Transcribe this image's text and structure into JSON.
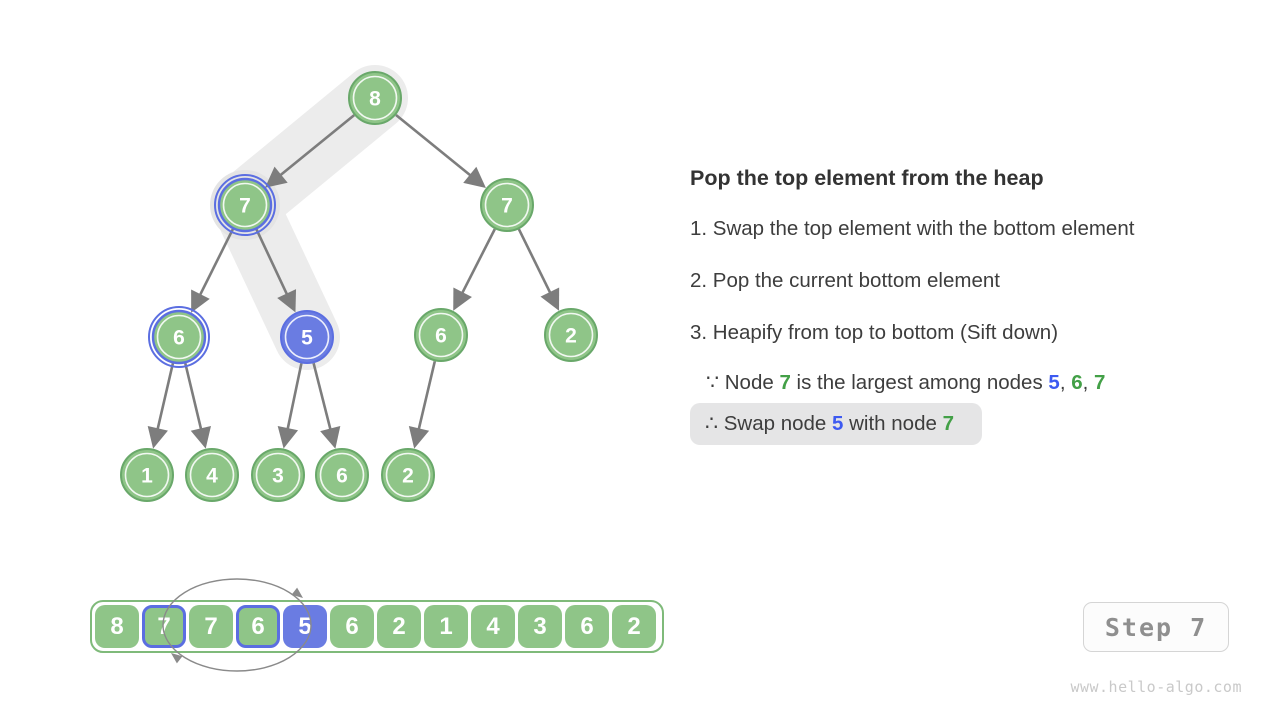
{
  "panel": {
    "title": "Pop the top element from the heap",
    "steps": [
      "1. Swap the top element with the bottom element",
      "2. Pop the current bottom element",
      "3. Heapify from top to bottom (Sift down)"
    ],
    "because": {
      "s1": "∵ Node ",
      "n1": "7",
      "s2": " is the largest among nodes ",
      "n2": "5",
      "s3": ", ",
      "n3": "6",
      "s4": ", ",
      "n4": "7"
    },
    "therefore": {
      "s1": "∴ Swap node ",
      "n1": "5",
      "s2": " with node ",
      "n2": "7"
    }
  },
  "tree": {
    "values": [
      "8",
      "7",
      "7",
      "6",
      "5",
      "6",
      "2",
      "1",
      "4",
      "3",
      "6",
      "2"
    ],
    "blue_ring_indices": [
      1,
      3
    ],
    "blue_fill_indices": [
      4
    ],
    "sift_path_indices": [
      0,
      1,
      4
    ]
  },
  "array": {
    "values": [
      "8",
      "7",
      "7",
      "6",
      "5",
      "6",
      "2",
      "1",
      "4",
      "3",
      "6",
      "2"
    ],
    "blue_border_indices": [
      1,
      3
    ],
    "blue_fill_indices": [
      4
    ],
    "swap_between_indices": [
      1,
      4
    ]
  },
  "step_button": {
    "label": "Step 7"
  },
  "watermark": "www.hello-algo.com",
  "colors": {
    "node_green": "#8FC588",
    "node_green_border": "#69A86A",
    "node_blue": "#6A7CE2",
    "node_blue_border": "#5B6EE1",
    "text_green": "#43A047",
    "text_blue": "#3D5AF1",
    "sift_band": "#ececec",
    "arrow_gray": "#7d7d7d"
  }
}
